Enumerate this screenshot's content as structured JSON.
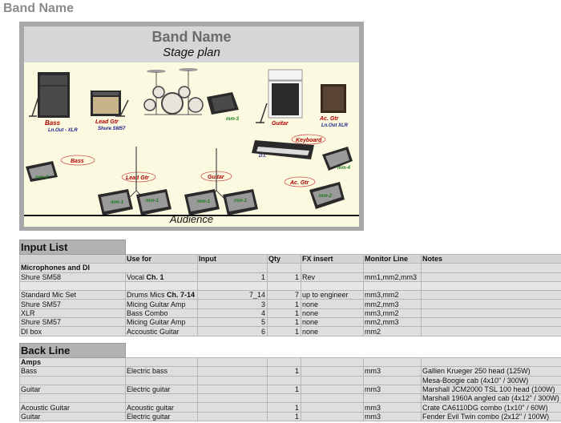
{
  "document": {
    "title": "Band Name"
  },
  "stage": {
    "band_name": "Band Name",
    "subtitle": "Stage plan",
    "audience_label": "Audience",
    "labels": {
      "bass": "Bass",
      "bass_sub": "Ln.Out - XLR",
      "lead": "Lead Gtr",
      "lead_sub": "Shure SM57",
      "mm3": "mm-3",
      "guitar": "Guitar",
      "acgtr": "Ac. Gtr",
      "acgtr_sub": "Ln.Out XLR",
      "keyboard": "Keyboard",
      "dj": "D.I.",
      "mm4": "mm-4",
      "mm1": "mm-1",
      "mm2": "mm-2",
      "bass_oval": "Bass",
      "lead_oval": "Lead Gtr",
      "guitar_oval": "Guitar",
      "acgtr_oval": "Ac. Gtr"
    }
  },
  "input_list": {
    "title": "Input List",
    "headers": [
      "",
      "Use for",
      "Input",
      "Qty",
      "FX insert",
      "Monitor Line",
      "Notes"
    ],
    "section": "Microphones and DI",
    "rows": [
      {
        "name": "Shure SM58",
        "use": "Vocal",
        "use_ch": "Ch. 1",
        "input": "1",
        "qty": "1",
        "fx": "Rev",
        "monitor": "mm1,mm2,mm3",
        "notes": ""
      },
      {
        "name": "",
        "use": "",
        "use_ch": "",
        "input": "",
        "qty": "",
        "fx": "",
        "monitor": "",
        "notes": ""
      },
      {
        "name": "Standard Mic Set",
        "use": "Drums Mics",
        "use_ch": "Ch. 7-14",
        "input": "7_14",
        "qty": "7",
        "fx": "up to engineer",
        "monitor": "mm3,mm2",
        "notes": ""
      },
      {
        "name": "Shure SM57",
        "use": "Micing Guitar Amp",
        "use_ch": "",
        "input": "3",
        "qty": "1",
        "fx": "none",
        "monitor": "mm2,mm3",
        "notes": ""
      },
      {
        "name": "XLR",
        "use": "Bass Combo",
        "use_ch": "",
        "input": "4",
        "qty": "1",
        "fx": "none",
        "monitor": "mm3,mm2",
        "notes": ""
      },
      {
        "name": "Shure SM57",
        "use": "Micing Guitar Amp",
        "use_ch": "",
        "input": "5",
        "qty": "1",
        "fx": "none",
        "monitor": "mm2,mm3",
        "notes": ""
      },
      {
        "name": "DI box",
        "use": "Accoustic Guitar",
        "use_ch": "",
        "input": "6",
        "qty": "1",
        "fx": "none",
        "monitor": "mm2",
        "notes": ""
      }
    ]
  },
  "back_line": {
    "title": "Back Line",
    "section": "Amps",
    "rows": [
      {
        "name": "Bass",
        "use": "Electric bass",
        "qty": "1",
        "monitor": "mm3",
        "notes": "Gallien Krueger 250 head (125W)"
      },
      {
        "name": "",
        "use": "",
        "qty": "",
        "monitor": "",
        "notes": "Mesa-Boogie cab (4x10\" / 300W)"
      },
      {
        "name": "Guitar",
        "use": "Electric guitar",
        "qty": "1",
        "monitor": "mm3",
        "notes": "Marshall JCM2000 TSL 100 head (100W)"
      },
      {
        "name": "",
        "use": "",
        "qty": "",
        "monitor": "",
        "notes": "Marshall 1960A angled cab (4x12\" / 300W)"
      },
      {
        "name": "Acoustic Guitar",
        "use": "Acoustic guitar",
        "qty": "1",
        "monitor": "mm3",
        "notes": "Crate CA6110DG combo (1x10\" / 60W)"
      },
      {
        "name": "Guitar",
        "use": "Electric guitar",
        "qty": "1",
        "monitor": "mm3",
        "notes": "Fender Evil Twin combo (2x12\" / 100W)"
      }
    ]
  }
}
